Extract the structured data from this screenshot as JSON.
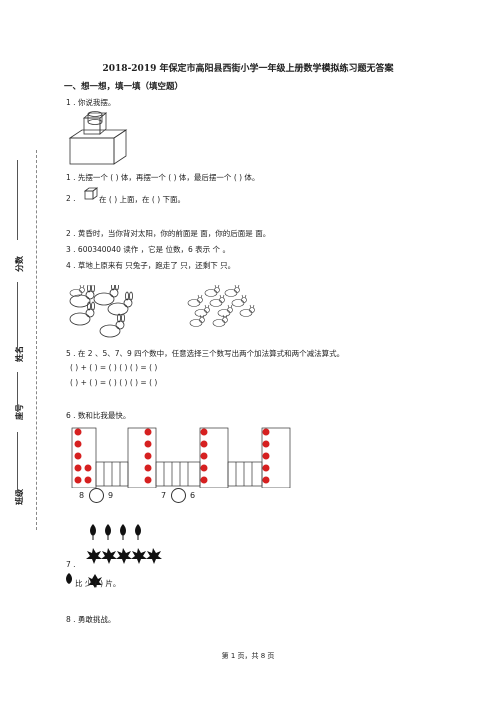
{
  "doc": {
    "title": "2018-2019 年保定市高阳县西街小学一年级上册数学模拟练习题无答案",
    "section1": "一、想一想，填一填（填空题）",
    "q1_title": "1 .  你说我摆。",
    "q1_line": "1 . 先摆一个 (          ) 体，再摆一个 (          ) 体，最后摆一个 (          ) 体。",
    "q2_pre": "2 .",
    "q2_text": "在 (          ) 上面，在 (          ) 下面。",
    "q2b": "2 .   黄昏时，当你背对太阳，你的前面是                面，你的后面是                面。",
    "q3": "3 .   600340040 读作                ，它是                位数，6 表示                个             。",
    "q4": "4 .   草地上原来有                只兔子，跑走了                只，还剩下                只。",
    "q5": "5 .   在 2 、5、7、9 四个数中，任意选择三个数写出两个加法算式和两个减法算式。",
    "q5_row1": "(          )  +  (          )  = (          )        (          )  (          )  =  (          )",
    "q5_row2": "(          )  +  (          )  = (          )        (          )  (          )  =  (          )",
    "q6": "6 .   数和比我最快。",
    "cmp1_left": "8",
    "cmp1_right": "9",
    "cmp2_left": "7",
    "cmp2_right": "6",
    "q7_pre": "7 .",
    "q7_text": "比        少 (          ) 片。",
    "q8": "8 .   勇敢挑战。",
    "footer": "第 1 页，共 8 页"
  },
  "side": {
    "score": "分数",
    "name": "姓名",
    "seat": "座号",
    "class": "班级"
  },
  "colors": {
    "dot": "#d62020",
    "ink": "#222222"
  }
}
